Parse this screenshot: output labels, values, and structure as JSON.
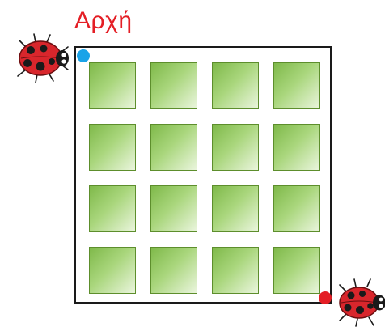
{
  "start_label": "Αρχή",
  "board": {
    "rows": 4,
    "columns": 4
  },
  "colors": {
    "start_label": "#e41e25",
    "start_dot": "#1aa3e8",
    "end_dot": "#e41e25",
    "ladybug_body": "#d8262c",
    "tile_green": "#8cc254"
  },
  "icons": [
    "ladybug-start-icon",
    "ladybug-end-icon",
    "start-dot-icon",
    "end-dot-icon"
  ]
}
